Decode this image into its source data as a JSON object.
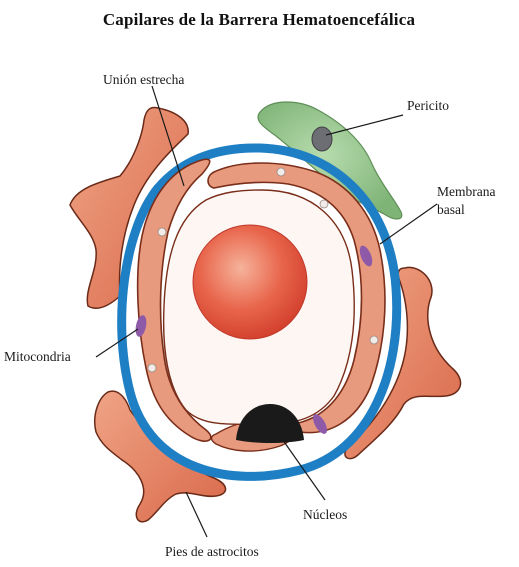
{
  "title": "Capilares de la Barrera Hematoencefálica",
  "labels": {
    "tight_junction": "Unión estrecha",
    "pericyte": "Pericito",
    "basal_membrane_line1": "Membrana",
    "basal_membrane_line2": "basal",
    "mitochondria": "Mitocondria",
    "nuclei": "Núcleos",
    "astrocyte_feet": "Pies de astrocitos"
  },
  "colors": {
    "basal_membrane": "#1f7fc4",
    "endothelium": "#e89a7e",
    "endothelium_edge": "#7a2e1a",
    "astrocyte": "#e48464",
    "pericyte": "#93c48b",
    "nucleus_dark": "#1a1a1a",
    "mitochondria": "#8e5aa8",
    "red_cell": "#e2503c"
  }
}
